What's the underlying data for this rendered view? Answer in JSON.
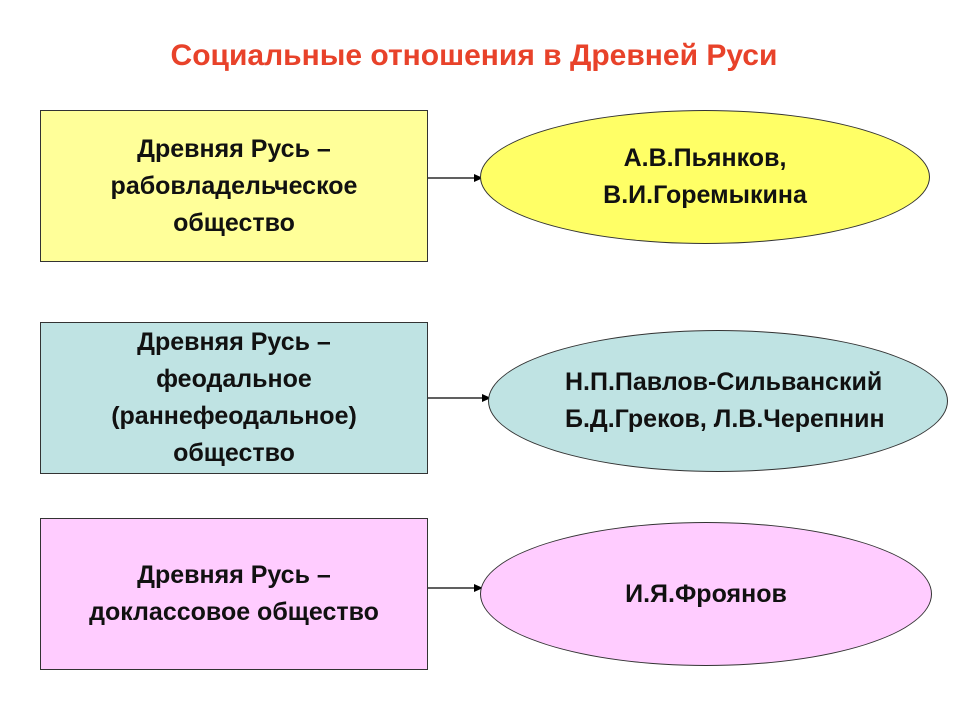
{
  "title": "Социальные отношения в Древней Руси",
  "rows": [
    {
      "concept": "Древняя Русь –\nрабовладельческое\nобщество",
      "authors": "А.В.Пьянков,\nВ.И.Горемыкина",
      "fill": "#ffff99",
      "oval_fill": "#ffff66"
    },
    {
      "concept": "Древняя Русь –\nфеодальное\n(раннефеодальное)\nобщество",
      "authors": "Н.П.Павлов-Сильванский\nБ.Д.Греков, Л.В.Черепнин",
      "fill": "#bfe3e3",
      "oval_fill": "#bfe3e3"
    },
    {
      "concept": "Древняя Русь –\nдоклассовое общество",
      "authors": "И.Я.Фроянов",
      "fill": "#ffccff",
      "oval_fill": "#ffccff"
    }
  ]
}
